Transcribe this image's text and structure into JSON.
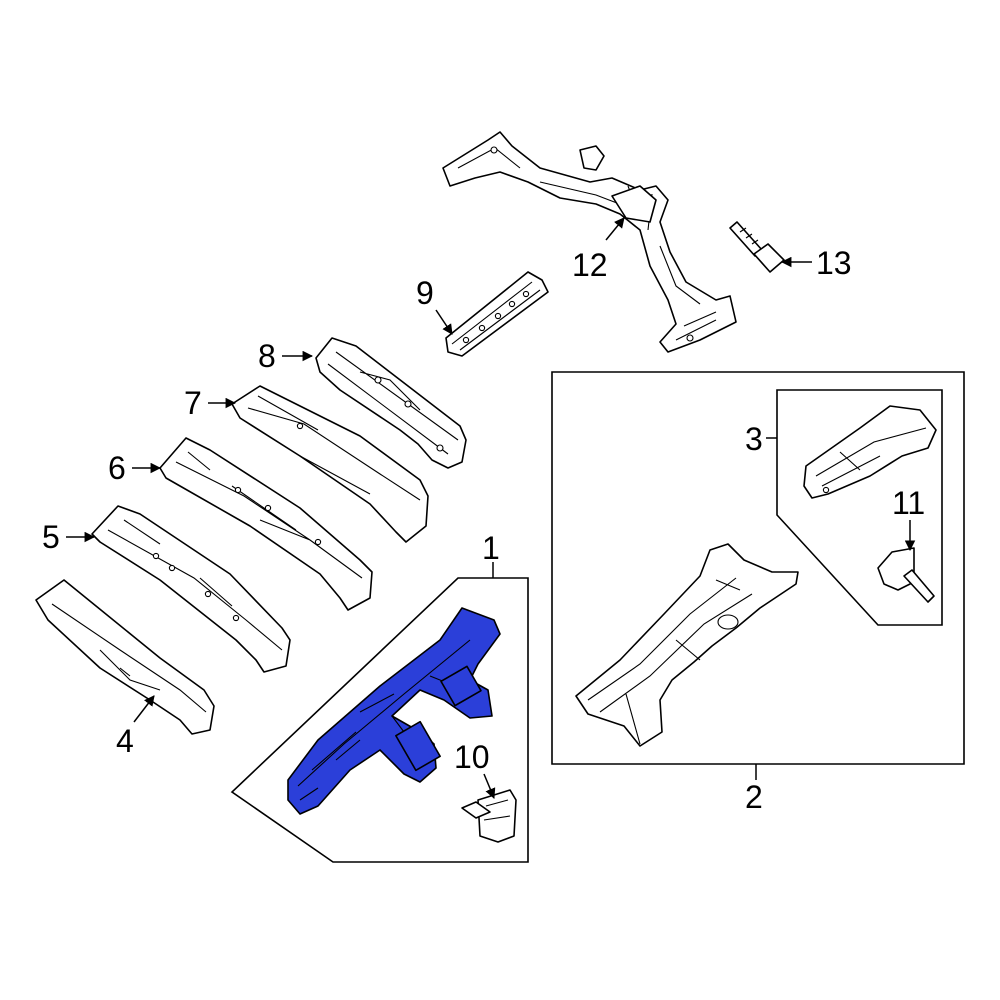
{
  "highlight_color": "#2b3fd9",
  "callouts": {
    "c1": "1",
    "c2": "2",
    "c3": "3",
    "c4": "4",
    "c5": "5",
    "c6": "6",
    "c7": "7",
    "c8": "8",
    "c9": "9",
    "c10": "10",
    "c11": "11",
    "c12": "12",
    "c13": "13"
  }
}
